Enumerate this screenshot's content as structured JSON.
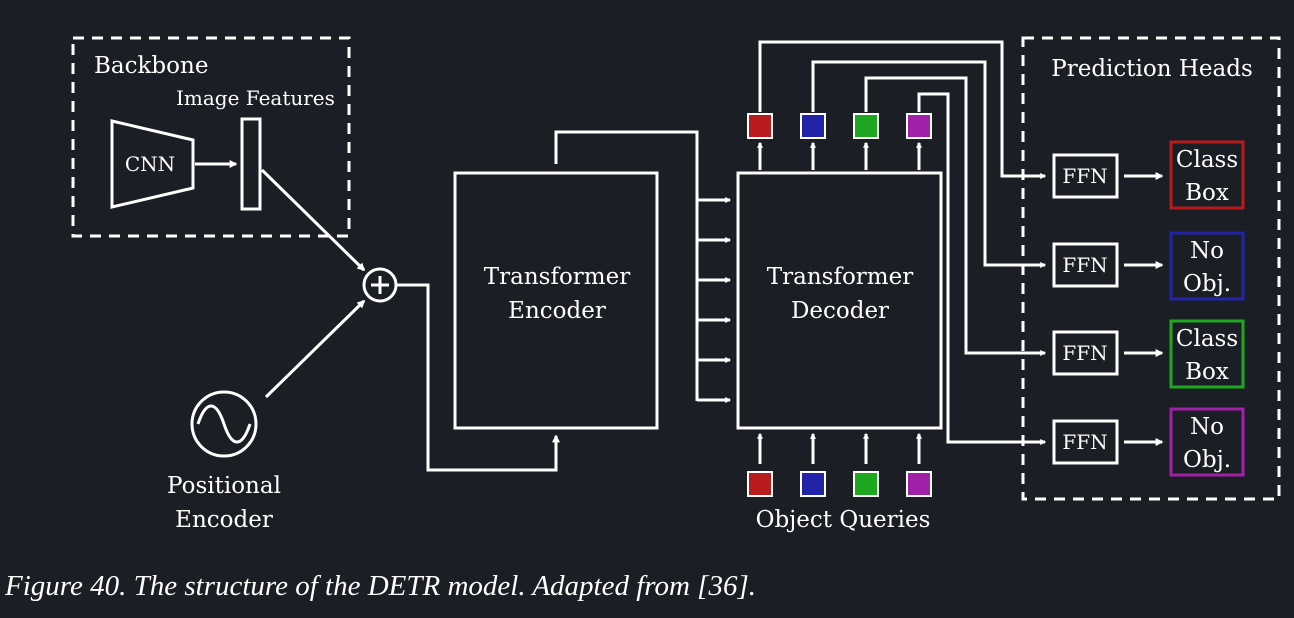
{
  "diagram": {
    "backbone": {
      "title": "Backbone",
      "cnn": "CNN",
      "features": "Image Features"
    },
    "positional": {
      "line1": "Positional",
      "line2": "Encoder"
    },
    "encoder": {
      "line1": "Transformer",
      "line2": "Encoder"
    },
    "decoder": {
      "line1": "Transformer",
      "line2": "Decoder"
    },
    "object_queries": "Object Queries",
    "heads": {
      "title": "Prediction Heads",
      "ffn": "FFN",
      "outputs": [
        {
          "line1": "Class",
          "line2": "Box",
          "color": "#b81c1c"
        },
        {
          "line1": "No",
          "line2": "Obj.",
          "color": "#2323a8"
        },
        {
          "line1": "Class",
          "line2": "Box",
          "color": "#1fa81f"
        },
        {
          "line1": "No",
          "line2": "Obj.",
          "color": "#a020a8"
        }
      ]
    },
    "query_colors": [
      "#b81c1c",
      "#2323a8",
      "#1fa81f",
      "#a020a8"
    ]
  },
  "caption": "Figure 40. The structure of the DETR model. Adapted from [36]."
}
